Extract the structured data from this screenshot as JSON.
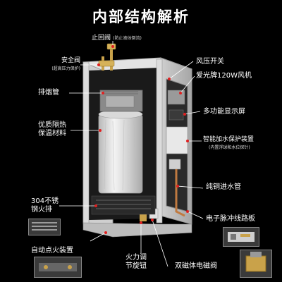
{
  "page": {
    "title": "内部结构解析"
  },
  "labels": {
    "check_valve": {
      "main": "止回阀",
      "sub": "(防止液体倒流)"
    },
    "safety_valve": {
      "main": "安全阀",
      "sub": "(超高压力保护)"
    },
    "exhaust_hood": {
      "main": "排烟管"
    },
    "insulation": {
      "line1": "优质隔热",
      "line2": "保温材料"
    },
    "burner": {
      "line1": "304不锈",
      "line2": "钢火排"
    },
    "auto_ignition": {
      "main": "自动点火装置"
    },
    "fire_knob": {
      "line1": "火力调",
      "line2": "节旋钮"
    },
    "air_switch": {
      "main": "风压开关"
    },
    "fan": {
      "main": "爱光牌120W风机"
    },
    "display": {
      "main": "多功能显示屏"
    },
    "water_protect": {
      "main": "智能加水保护装置",
      "sub": "(内置浮球和水位探针)"
    },
    "copper_inlet": {
      "main": "纯铜进水管"
    },
    "circuit_board": {
      "main": "电子脉冲线路板"
    },
    "solenoid": {
      "main": "双磁体电磁阀"
    }
  },
  "colors": {
    "background": "#000000",
    "cabinet": "#d8d8d8",
    "pointer": "#e02020",
    "text": "#ffffff"
  }
}
